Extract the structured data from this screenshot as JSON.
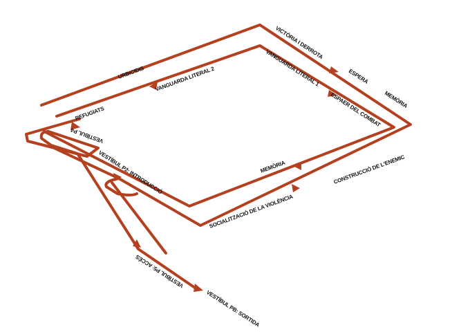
{
  "colors": {
    "route": "#b3401f",
    "text": "#111111",
    "background": "#ffffff"
  },
  "labels": {
    "victoria": "VICTÒRIA I DERROTA",
    "espera": "ESPERA",
    "memoria_right": "MEMÒRIA",
    "urbicidis": "URBICIDIS",
    "vanguarda2": "VANGUARDA LITERAL 2",
    "vanguarda1": "VANGUARDA LITERAL 1",
    "espaer": "ESPAER DEL COMBAT",
    "refugiats": "REFUGIATS",
    "vestibul_p4": "VESTÍBUL P4",
    "vestibul_p2": "VESTÍBUL P2: INTRODUCCIÓ",
    "memoria_inner": "MEMÒRIA",
    "construccio": "CONSTRUCCIÓ DE L'ENEMIC",
    "socialitzacio": "SOCIALITZACIÓ DE LA VIOLÈNCIA",
    "vestibul_p5": "VESTÍBUL P5: ACCÉS",
    "vestibul_pb": "VESTÍBUL PB: SORTIDA"
  }
}
